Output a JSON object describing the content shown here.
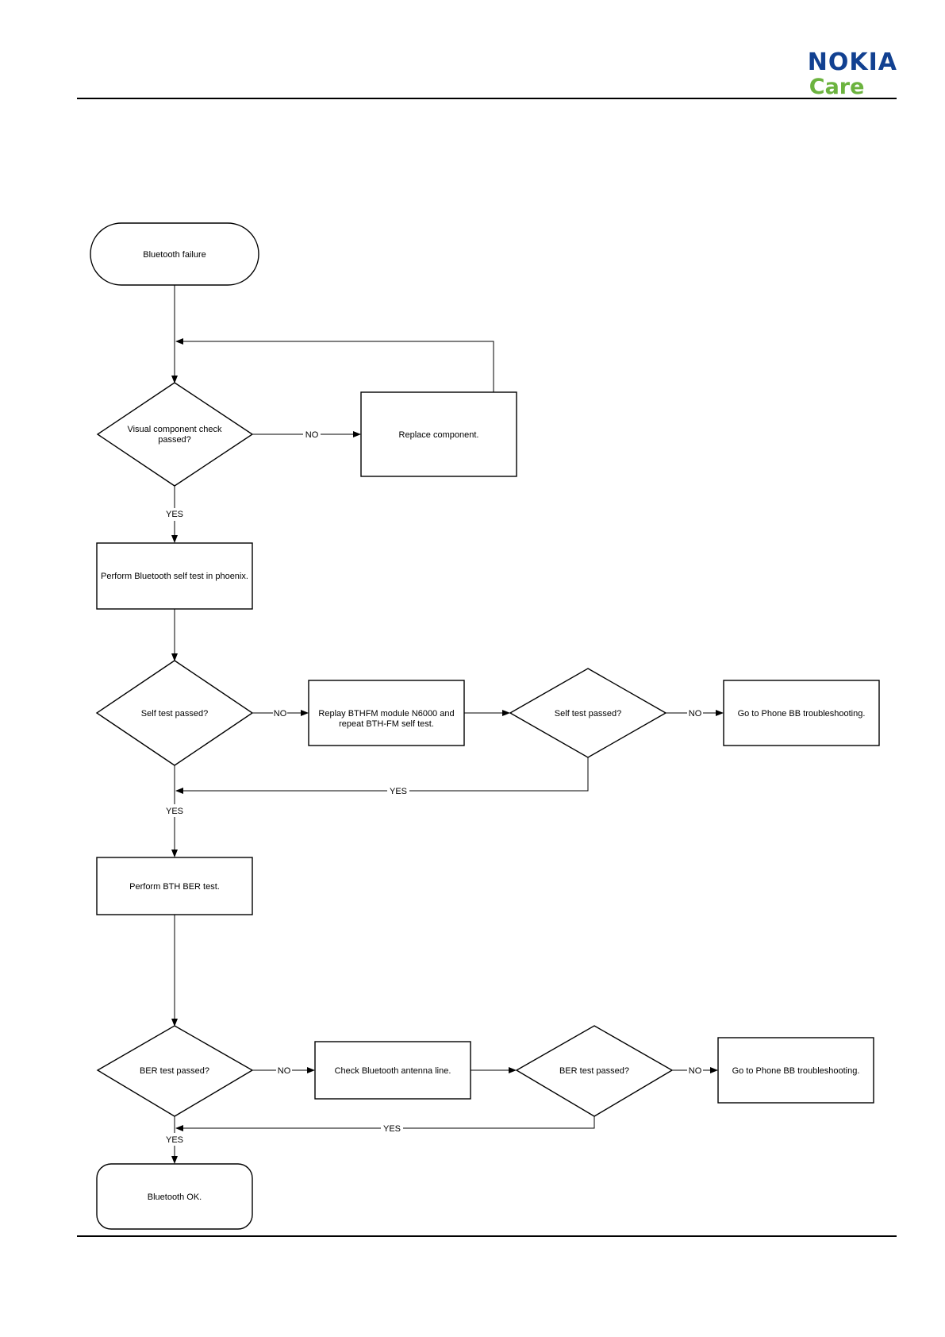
{
  "header": {
    "logo_word": "NOKIA",
    "logo_sub": "Care",
    "logo_word_color": "#124191",
    "logo_sub_color": "#6cb33f"
  },
  "flowchart": {
    "nodes": {
      "start": "Bluetooth failure",
      "visual_check": [
        "Visual component check",
        "passed?"
      ],
      "replace_component": "Replace component.",
      "self_test": "Perform Bluetooth self test in phoenix.",
      "self_test_q1": "Self test passed?",
      "replay_module": [
        "Replay BTHFM module N6000 and",
        "repeat BTH-FM self test."
      ],
      "self_test_q2": "Self test passed?",
      "goto_bb_1": "Go to Phone BB troubleshooting.",
      "ber_test": "Perform BTH BER test.",
      "ber_q1": "BER test passed?",
      "check_antenna": "Check Bluetooth antenna line.",
      "ber_q2": "BER test passed?",
      "goto_bb_2": "Go to Phone BB troubleshooting.",
      "end": "Bluetooth OK."
    },
    "edge_labels": {
      "no": "NO",
      "yes": "YES"
    }
  }
}
